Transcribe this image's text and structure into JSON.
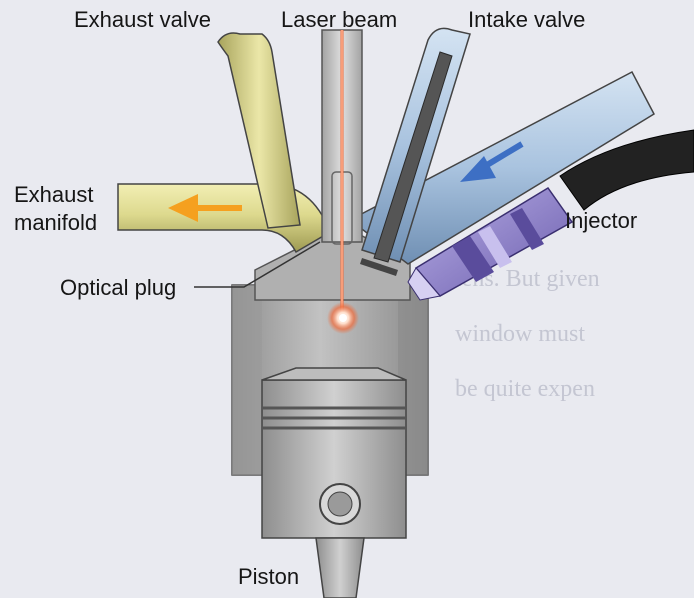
{
  "labels": {
    "exhaust_valve": "Exhaust valve",
    "laser_beam": "Laser beam",
    "intake_valve": "Intake valve",
    "exhaust_manifold_line1": "Exhaust",
    "exhaust_manifold_line2": "manifold",
    "injector": "Injector",
    "optical_plug": "Optical plug",
    "piston": "Piston"
  },
  "colors": {
    "exhaust_pipe": "#d9d58a",
    "intake_pipe": "#a9c3df",
    "engine_block": "#adadad",
    "laser": "#f06a3a",
    "injector": "#8a7cc6",
    "exhaust_arrow": "#f5a01f",
    "intake_arrow": "#3d6fc4",
    "background": "#e9eaf0"
  },
  "icons": {
    "exhaust_arrow": "arrow-left-icon",
    "intake_arrow": "arrow-down-left-icon",
    "spark": "laser-spark-icon"
  }
}
